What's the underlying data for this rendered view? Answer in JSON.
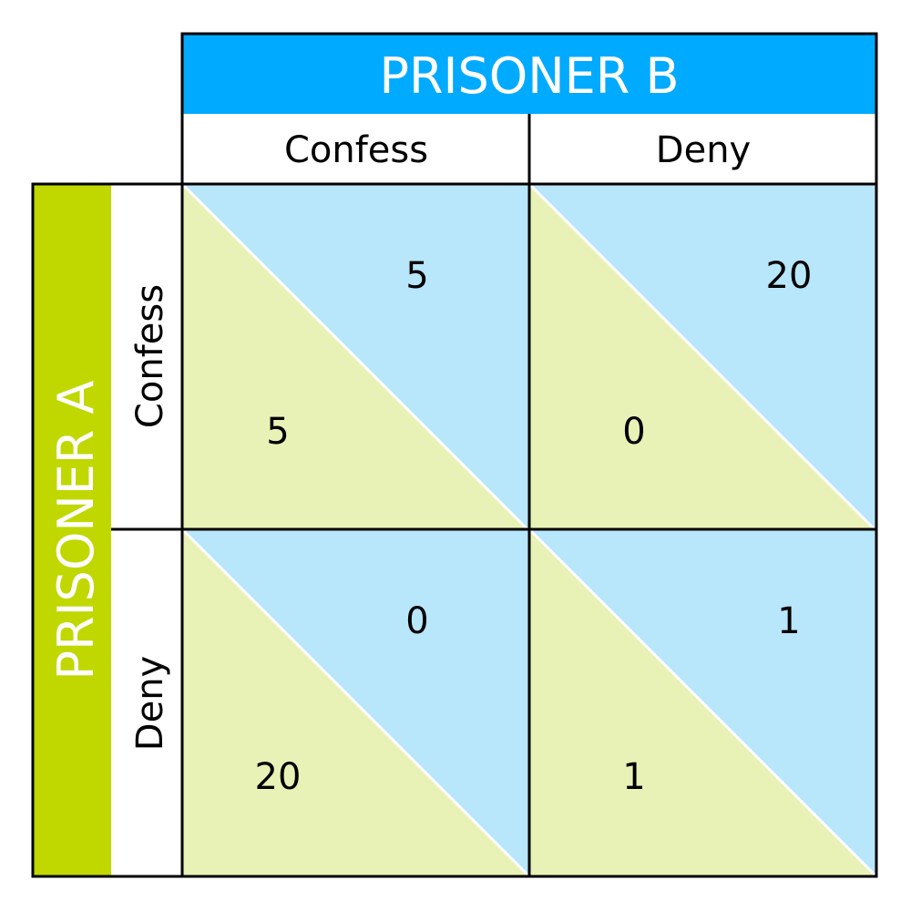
{
  "colors": {
    "header_b": "#00aaff",
    "header_a": "#c0d800",
    "payoff_b": "#b8e6fb",
    "payoff_a": "#e8f2b6",
    "border": "#000000"
  },
  "player_b": {
    "label": "PRISONER B",
    "strategies": [
      "Confess",
      "Deny"
    ]
  },
  "player_a": {
    "label": "PRISONER A",
    "strategies": [
      "Confess",
      "Deny"
    ]
  },
  "payoffs": [
    [
      {
        "a": "5",
        "b": "5"
      },
      {
        "a": "0",
        "b": "20"
      }
    ],
    [
      {
        "a": "20",
        "b": "0"
      },
      {
        "a": "1",
        "b": "1"
      }
    ]
  ]
}
